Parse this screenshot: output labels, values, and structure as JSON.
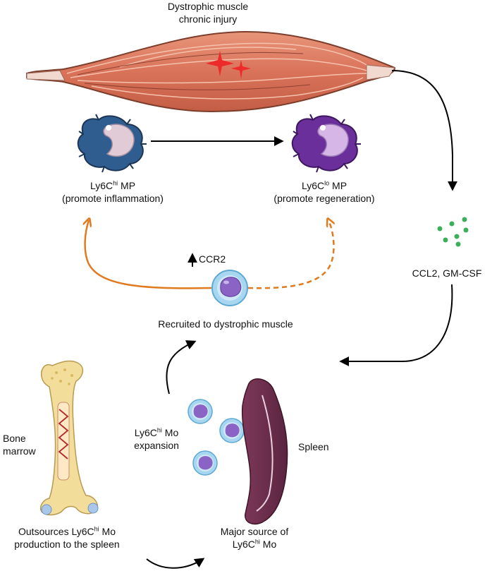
{
  "labels": {
    "muscle_line1": "Dystrophic muscle",
    "muscle_line2": "chronic injury",
    "mp_hi_prefix": "Ly6C",
    "mp_hi_sup": "hi",
    "mp_hi_suffix": " MP",
    "mp_hi_role": "(promote inflammation)",
    "mp_lo_prefix": "Ly6C",
    "mp_lo_sup": "lo",
    "mp_lo_suffix": " MP",
    "mp_lo_role": "(promote regeneration)",
    "ccr2": "CCR2",
    "chemokines": "CCL2, GM-CSF",
    "recruited": "Recruited to dystrophic muscle",
    "bone_marrow_line1": "Bone",
    "bone_marrow_line2": "marrow",
    "expansion_prefix": "Ly6C",
    "expansion_sup": "hi",
    "expansion_suffix": " Mo",
    "expansion_line2": "expansion",
    "spleen": "Spleen",
    "outsource_prefix": "Outsources Ly6C",
    "outsource_sup": "hi",
    "outsource_suffix": " Mo",
    "outsource_line2": "production to the spleen",
    "major_line1": "Major source of",
    "major_prefix": "Ly6C",
    "major_sup": "hi",
    "major_suffix": " Mo"
  },
  "colors": {
    "muscle": "#d9785d",
    "muscle_dark": "#b3543d",
    "injury_star": "#ee2b2b",
    "mp_hi": "#2f5d8f",
    "mp_lo": "#6a2f9a",
    "monocyte_outer": "#8cc8ea",
    "monocyte_nucleus": "#8a63c4",
    "inflammation_arrow": "#e07a1f",
    "chemokine_dot": "#3fae5a",
    "spleen": "#6e2f4a",
    "bone": "#f2dd9a"
  }
}
